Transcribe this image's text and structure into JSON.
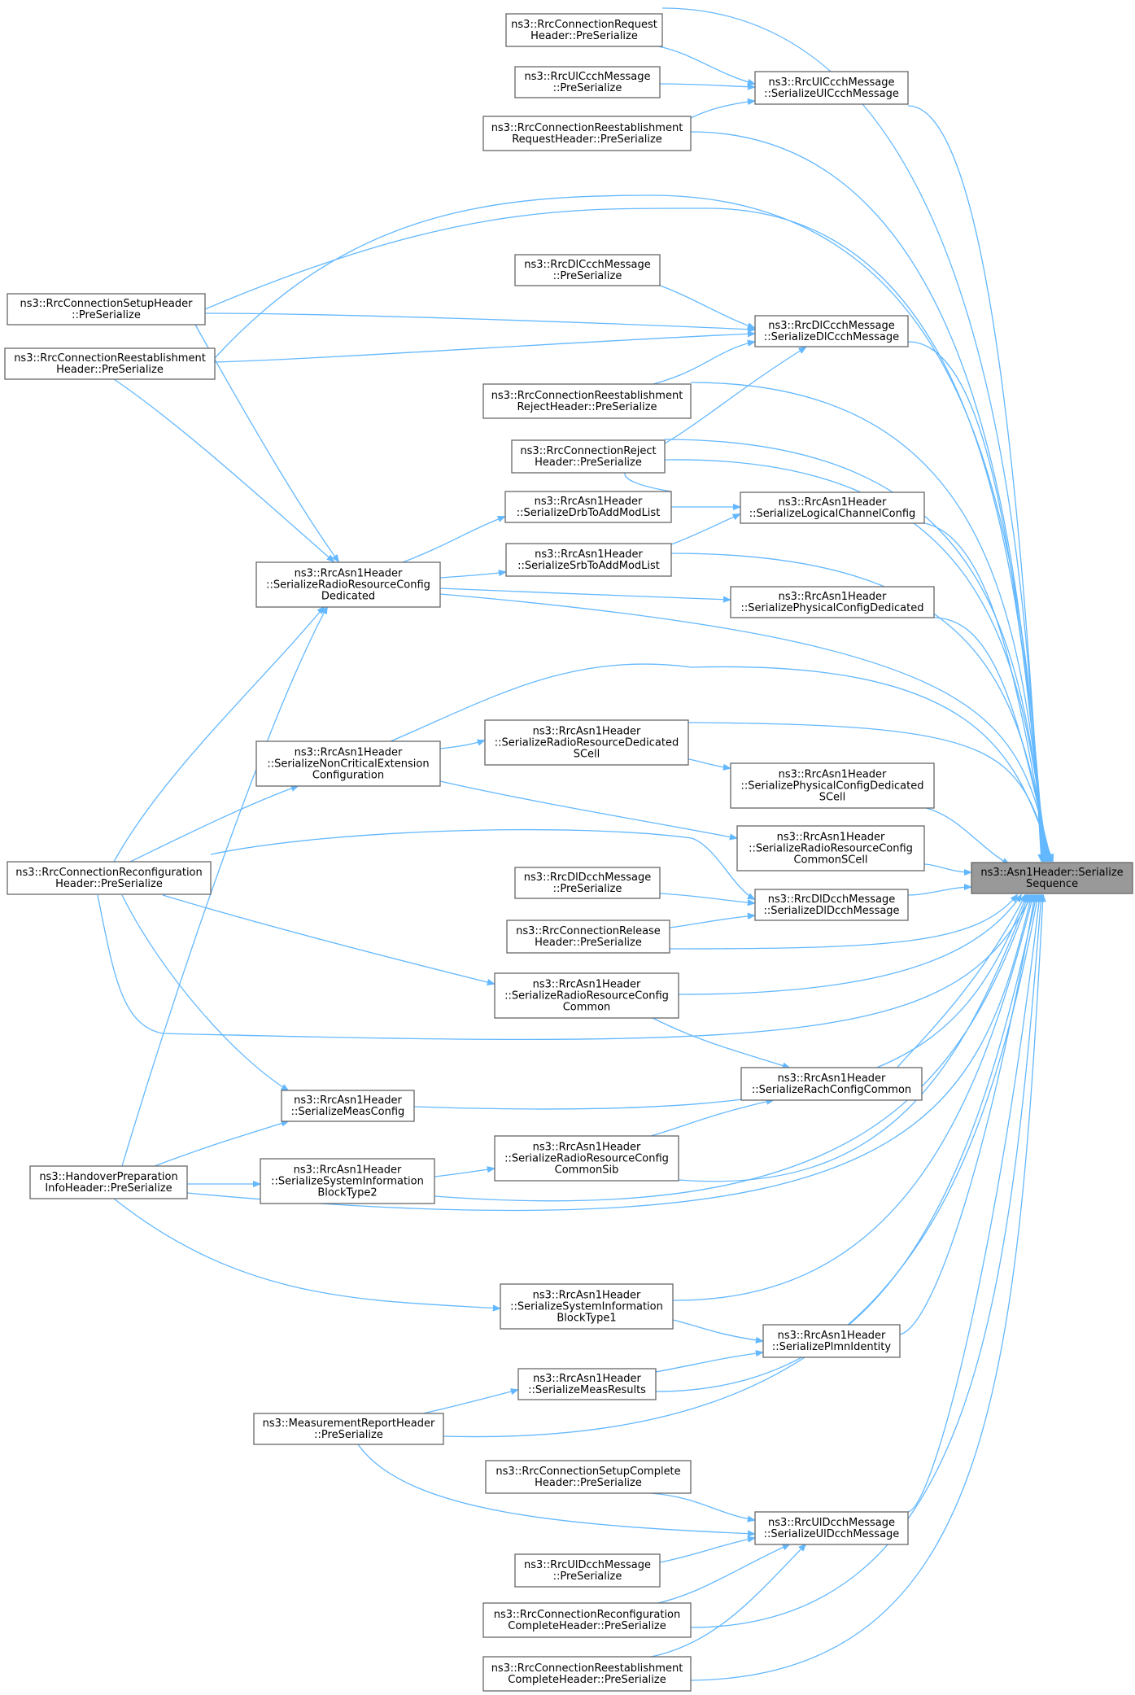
{
  "nodes": [
    {
      "id": "target",
      "lines": [
        "ns3::Asn1Header::Serialize",
        "Sequence"
      ],
      "focus": true
    },
    {
      "id": "req",
      "lines": [
        "ns3::RrcConnectionRequest",
        "Header::PreSerialize"
      ]
    },
    {
      "id": "ulccch_pre",
      "lines": [
        "ns3::RrcUlCcchMessage",
        "::PreSerialize"
      ]
    },
    {
      "id": "reest_req",
      "lines": [
        "ns3::RrcConnectionReestablishment",
        "RequestHeader::PreSerialize"
      ]
    },
    {
      "id": "ulccch_ser",
      "lines": [
        "ns3::RrcUlCcchMessage",
        "::SerializeUlCcchMessage"
      ]
    },
    {
      "id": "setup",
      "lines": [
        "ns3::RrcConnectionSetupHeader",
        "::PreSerialize"
      ]
    },
    {
      "id": "reest",
      "lines": [
        "ns3::RrcConnectionReestablishment",
        "Header::PreSerialize"
      ]
    },
    {
      "id": "dlccch_pre",
      "lines": [
        "ns3::RrcDlCcchMessage",
        "::PreSerialize"
      ]
    },
    {
      "id": "dlccch_ser",
      "lines": [
        "ns3::RrcDlCcchMessage",
        "::SerializeDlCcchMessage"
      ]
    },
    {
      "id": "reest_rej",
      "lines": [
        "ns3::RrcConnectionReestablishment",
        "RejectHeader::PreSerialize"
      ]
    },
    {
      "id": "reject",
      "lines": [
        "ns3::RrcConnectionReject",
        "Header::PreSerialize"
      ]
    },
    {
      "id": "drb",
      "lines": [
        "ns3::RrcAsn1Header",
        "::SerializeDrbToAddModList"
      ]
    },
    {
      "id": "logch",
      "lines": [
        "ns3::RrcAsn1Header",
        "::SerializeLogicalChannelConfig"
      ]
    },
    {
      "id": "srb",
      "lines": [
        "ns3::RrcAsn1Header",
        "::SerializeSrbToAddModList"
      ]
    },
    {
      "id": "rrcded",
      "lines": [
        "ns3::RrcAsn1Header",
        "::SerializeRadioResourceConfig",
        "Dedicated"
      ]
    },
    {
      "id": "physded",
      "lines": [
        "ns3::RrcAsn1Header",
        "::SerializePhysicalConfigDedicated"
      ]
    },
    {
      "id": "rrdscell",
      "lines": [
        "ns3::RrcAsn1Header",
        "::SerializeRadioResourceDedicated",
        "SCell"
      ]
    },
    {
      "id": "noncrit",
      "lines": [
        "ns3::RrcAsn1Header",
        "::SerializeNonCriticalExtension",
        "Configuration"
      ]
    },
    {
      "id": "physscell",
      "lines": [
        "ns3::RrcAsn1Header",
        "::SerializePhysicalConfigDedicated",
        "SCell"
      ]
    },
    {
      "id": "rrcscell",
      "lines": [
        "ns3::RrcAsn1Header",
        "::SerializeRadioResourceConfig",
        "CommonSCell"
      ]
    },
    {
      "id": "recfg",
      "lines": [
        "ns3::RrcConnectionReconfiguration",
        "Header::PreSerialize"
      ]
    },
    {
      "id": "dldcch_pre",
      "lines": [
        "ns3::RrcDlDcchMessage",
        "::PreSerialize"
      ]
    },
    {
      "id": "dldcch_ser",
      "lines": [
        "ns3::RrcDlDcchMessage",
        "::SerializeDlDcchMessage"
      ]
    },
    {
      "id": "release",
      "lines": [
        "ns3::RrcConnectionRelease",
        "Header::PreSerialize"
      ]
    },
    {
      "id": "rrccommon",
      "lines": [
        "ns3::RrcAsn1Header",
        "::SerializeRadioResourceConfig",
        "Common"
      ]
    },
    {
      "id": "rach",
      "lines": [
        "ns3::RrcAsn1Header",
        "::SerializeRachConfigCommon"
      ]
    },
    {
      "id": "meascfg",
      "lines": [
        "ns3::RrcAsn1Header",
        "::SerializeMeasConfig"
      ]
    },
    {
      "id": "rrcsib",
      "lines": [
        "ns3::RrcAsn1Header",
        "::SerializeRadioResourceConfig",
        "CommonSib"
      ]
    },
    {
      "id": "handover",
      "lines": [
        "ns3::HandoverPreparation",
        "InfoHeader::PreSerialize"
      ]
    },
    {
      "id": "sib2",
      "lines": [
        "ns3::RrcAsn1Header",
        "::SerializeSystemInformation",
        "BlockType2"
      ]
    },
    {
      "id": "sib1",
      "lines": [
        "ns3::RrcAsn1Header",
        "::SerializeSystemInformation",
        "BlockType1"
      ]
    },
    {
      "id": "plmn",
      "lines": [
        "ns3::RrcAsn1Header",
        "::SerializePlmnIdentity"
      ]
    },
    {
      "id": "measres",
      "lines": [
        "ns3::RrcAsn1Header",
        "::SerializeMeasResults"
      ]
    },
    {
      "id": "measrep",
      "lines": [
        "ns3::MeasurementReportHeader",
        "::PreSerialize"
      ]
    },
    {
      "id": "setupc",
      "lines": [
        "ns3::RrcConnectionSetupComplete",
        "Header::PreSerialize"
      ]
    },
    {
      "id": "uldcch_ser",
      "lines": [
        "ns3::RrcUlDcchMessage",
        "::SerializeUlDcchMessage"
      ]
    },
    {
      "id": "uldcch_pre",
      "lines": [
        "ns3::RrcUlDcchMessage",
        "::PreSerialize"
      ]
    },
    {
      "id": "recfgc",
      "lines": [
        "ns3::RrcConnectionReconfiguration",
        "CompleteHeader::PreSerialize"
      ]
    },
    {
      "id": "reestc",
      "lines": [
        "ns3::RrcConnectionReestablishment",
        "CompleteHeader::PreSerialize"
      ]
    }
  ]
}
